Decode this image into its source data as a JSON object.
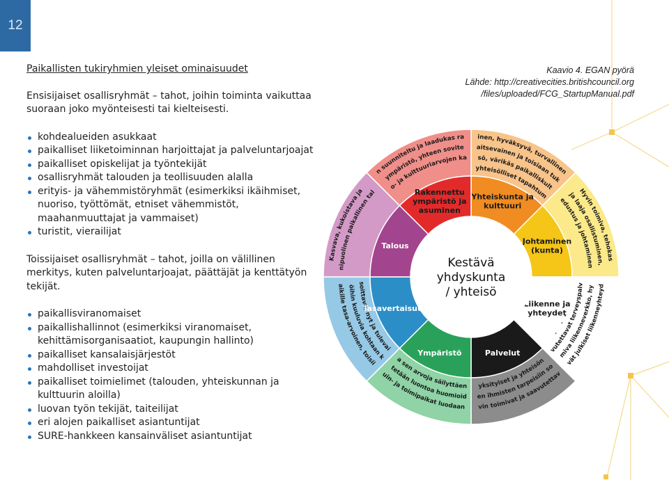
{
  "page_number": "12",
  "left": {
    "title": "Paikallisten tukiryhmien yleiset ominaisuudet",
    "primary_intro": "Ensisijaiset osallisryhmät – tahot, joihin toiminta vaikuttaa suoraan joko myönteisesti tai kielteisesti.",
    "primary_items": [
      "kohdealueiden asukkaat",
      "paikalliset liiketoiminnan harjoittajat ja palveluntarjoajat",
      "paikalliset opiskelijat ja työntekijät",
      "osallisryhmät talouden ja teollisuuden alalla",
      "erityis- ja vähemmistöryhmät (esimerkiksi ikäihmiset, nuoriso, työttömät, etniset vähemmistöt, maahanmuuttajat ja vammaiset)",
      "turistit, vierailijat"
    ],
    "secondary_intro": "Toissijaiset osallisryhmät – tahot, joilla on välillinen merkitys, kuten palveluntarjoajat, päättäjät ja kenttätyön tekijät.",
    "secondary_items": [
      "paikallisviranomaiset",
      "paikallishallinnot (esimerkiksi viranomaiset, kehittämisorganisaatiot, kaupungin hallinto)",
      "paikalliset kansalaisjärjestöt",
      "mahdolliset investoijat",
      "paikalliset toimielimet (talouden, yhteiskunnan ja kulttuurin aloilla)",
      "luovan työn tekijät, taiteilijat",
      "eri alojen paikalliset asiantuntijat",
      "SURE-hankkeen kansainväliset asiantuntijat"
    ]
  },
  "caption": {
    "line1": "Kaavio 4. EGAN pyörä",
    "line2": "Lähde: http://creativecities.britishcouncil.org",
    "line3": "/files/uploaded/FCG_StartupManual.pdf"
  },
  "wheel": {
    "center_lines": [
      "Kestävä",
      "yhdyskunta",
      "/ yhteisö"
    ],
    "segments": [
      {
        "name": "yhteiskunta",
        "label_lines": [
          "Yhteiskunta ja",
          "kulttuuri"
        ],
        "color": "#f08c22",
        "text_color": "#1a1a1a"
      },
      {
        "name": "johtaminen",
        "label_lines": [
          "Johtaminen",
          "(kunta)"
        ],
        "color": "#f5c518",
        "text_color": "#1a1a1a"
      },
      {
        "name": "liikenne",
        "label_lines": [
          "Liikenne ja",
          "yhteydet"
        ],
        "color": "#ffffff",
        "text_color": "#1a1a1a"
      },
      {
        "name": "palvelut",
        "label_lines": [
          "Palvelut"
        ],
        "color": "#1a1a1a",
        "text_color": "#ffffff"
      },
      {
        "name": "ymparisto",
        "label_lines": [
          "Ympäristö"
        ],
        "color": "#2aa15a",
        "text_color": "#ffffff"
      },
      {
        "name": "tasavertaisuus",
        "label_lines": [
          "Tasavertaisuus"
        ],
        "color": "#2c8ec6",
        "text_color": "#ffffff"
      },
      {
        "name": "talous",
        "label_lines": [
          "Talous"
        ],
        "color": "#a3448e",
        "text_color": "#ffffff"
      },
      {
        "name": "rakennettu",
        "label_lines": [
          "Rakennettu",
          "ympäristö ja",
          "asuminen"
        ],
        "color": "#e32a2a",
        "text_color": "#1a1a1a"
      }
    ],
    "outer_segments": [
      {
        "name": "yhteiskunta",
        "color": "#f8c48a",
        "lines": [
          "Aktiivinen, hyväksyvä, turvallinen, reilu",
          "suvaitsevainen ja toisiaan tukeva",
          "yhteisö, värikäs paikalliskulttuuri",
          "ja yhteisölliset tapahtumat"
        ]
      },
      {
        "name": "johtaminen",
        "color": "#fbe98a",
        "lines": [
          "Hyvin toimiva, tehokas",
          "ja laaja osallistuminen,",
          "edustus ja johtaminen"
        ]
      },
      {
        "name": "liikenne",
        "color": "#ffffff",
        "lines": [
          "Hyvät julkiset liikenneyhteydet,",
          "toimiva liikenneverkko, hyvin",
          "saavutettavat terveyspalvelut",
          "ja työpaikat"
        ]
      },
      {
        "name": "palvelut",
        "color": "#8c8c8c",
        "lines": [
          "Hyvin toimivat ja saavutettavat",
          "kaikkien ihmisten tarpeisiin sopivat,",
          "julkiset, yksityiset ja yhteisön palvelut"
        ]
      },
      {
        "name": "ymparisto",
        "color": "#8fd3a6",
        "lines": [
          "Asuin- ja toimipaikat luodaan ja",
          "käytetään luontoa huomioiden",
          "ja sen arvoja säilyttäen"
        ]
      },
      {
        "name": "tasavertaisuus",
        "color": "#96c9e6",
        "lines": [
          "Kaikille tasa-arvoinen, toisiin",
          "yhteisöihin kuuluvia kohtaan kunni-",
          "oittava osoittava, nyt ja tulevaisuudessa"
        ]
      },
      {
        "name": "talous",
        "color": "#d49ac7",
        "lines": [
          "Kasvava, kukoistava ja",
          "monipuolinen paikallinen talous"
        ]
      },
      {
        "name": "rakennettu",
        "color": "#f08f8a",
        "lines": [
          "Hyvin suunniteltu ja laadukas raken-",
          "nettu ympäristö, yhteen sovitettuna",
          "luonto- ja kulttuuriarvojen kanssa"
        ]
      }
    ]
  }
}
